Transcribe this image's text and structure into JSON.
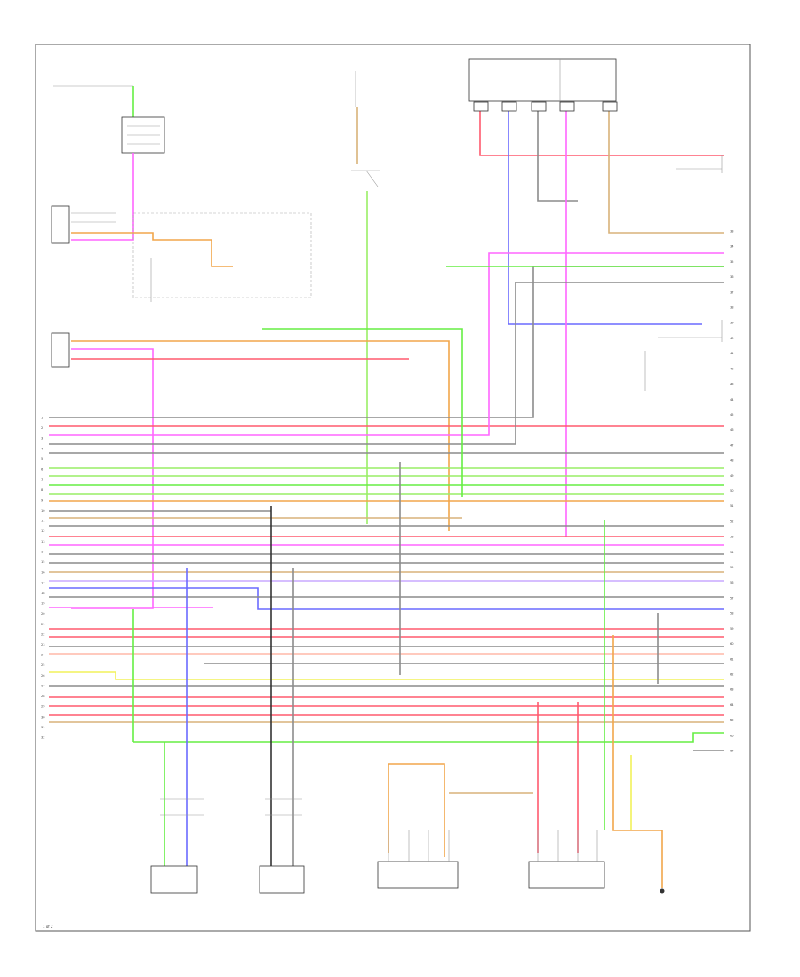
{
  "diagram": {
    "page_label": "1 of 2",
    "colors": {
      "red": "#ff5a6e",
      "pink": "#ff66ff",
      "green": "#66ee44",
      "orange": "#f2a64b",
      "tan": "#d9b27a",
      "blue": "#6a6aff",
      "gray": "#8c8c8c",
      "dark": "#333333",
      "yellow": "#f2f25a",
      "lightgreen": "#99ee66",
      "peach": "#ffb8a8",
      "lavender": "#c9a8ff"
    },
    "connector_left_pins": [
      "1",
      "2",
      "3",
      "4",
      "5",
      "6",
      "7",
      "8",
      "9",
      "10",
      "11",
      "12",
      "13",
      "14",
      "15",
      "16",
      "17",
      "18",
      "19",
      "20",
      "21",
      "22",
      "23",
      "24",
      "25",
      "26",
      "27",
      "28",
      "29",
      "30",
      "31",
      "32"
    ],
    "connector_right_pins": [
      "33",
      "34",
      "35",
      "36",
      "37",
      "38",
      "39",
      "40",
      "41",
      "42",
      "43",
      "44",
      "45",
      "46",
      "47",
      "48",
      "49",
      "50",
      "51",
      "52",
      "53",
      "54",
      "55",
      "56",
      "57",
      "58",
      "59",
      "60",
      "61",
      "62",
      "63",
      "64",
      "65",
      "66",
      "67"
    ]
  }
}
